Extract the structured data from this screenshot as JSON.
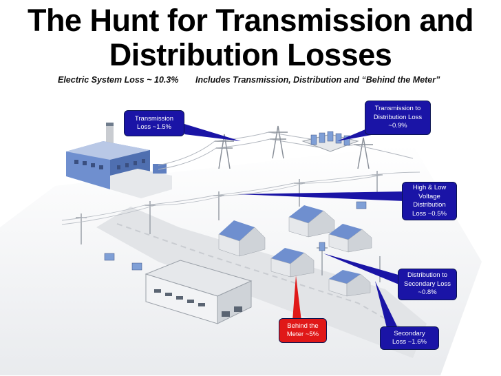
{
  "title": {
    "line1": "The Hunt for Transmission and",
    "line2": "Distribution Losses"
  },
  "subtitle": {
    "left": "Electric System Loss ~ 10.3%",
    "right": "Includes Transmission, Distribution and  “Behind the Meter”"
  },
  "callouts": {
    "transmission": {
      "line1": "Transmission",
      "line2": "Loss ~1.5%"
    },
    "trans_to_dist": {
      "line1": "Transmission  to",
      "line2": "Distribution Loss",
      "line3": "~0.9%"
    },
    "hv_lv": {
      "line1": "High & Low",
      "line2": "Voltage",
      "line3": "Distribution",
      "line4": "Loss ~0.5%"
    },
    "dist_to_sec": {
      "line1": "Distribution to",
      "line2": "Secondary Loss",
      "line3": "~0.8%"
    },
    "behind_meter": {
      "line1": "Behind the",
      "line2": "Meter ~5%"
    },
    "secondary": {
      "line1": "Secondary",
      "line2": "Loss ~1.6%"
    }
  },
  "colors": {
    "callout_blue": "#1a14a6",
    "callout_red": "#e01818",
    "building_blue": "#5a7fc0",
    "pole_grey": "#9aa0a8"
  }
}
